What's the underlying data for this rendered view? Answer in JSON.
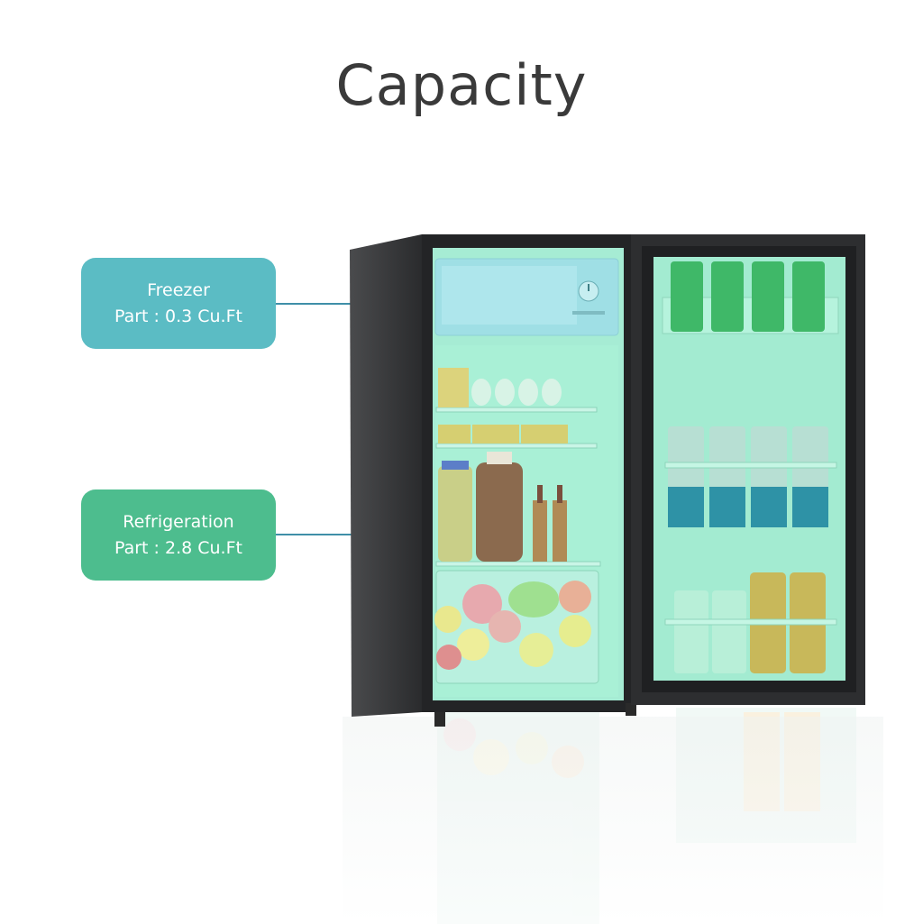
{
  "title": "Capacity",
  "freezer": {
    "name": "Freezer",
    "capacity": "Part : 0.3 Cu.Ft"
  },
  "refrigeration": {
    "name": "Refrigeration",
    "capacity": "Part : 2.8 Cu.Ft"
  },
  "colors": {
    "freezer_label": "#5bbcc4",
    "refrigeration_label": "#4dbd8e",
    "leader_line": "#3f8fa8",
    "fridge_body": "#2e2f31",
    "interior_mint": "#a6ecd4",
    "freezer_interior": "#9fdfe5"
  }
}
